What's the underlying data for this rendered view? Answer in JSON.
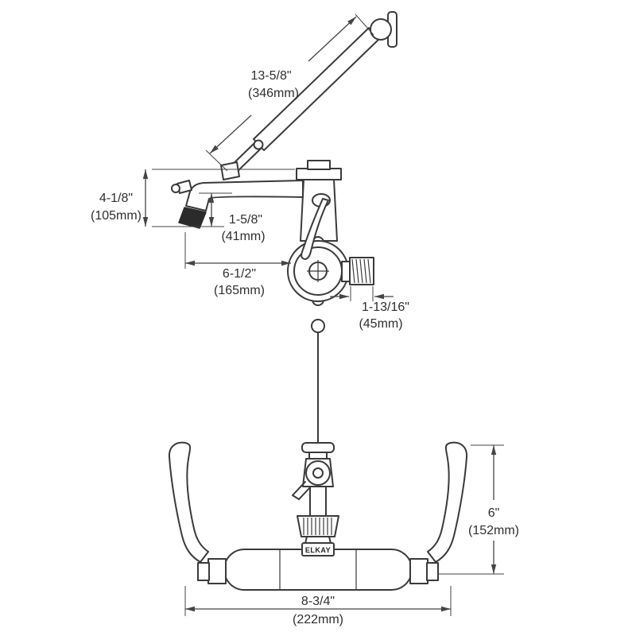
{
  "drawing": {
    "brand": "ELKAY",
    "dimensions": {
      "support_arm": {
        "in": "13-5/8\"",
        "mm": "(346mm)"
      },
      "spout_height": {
        "in": "4-1/8\"",
        "mm": "(105mm)"
      },
      "nozzle_drop": {
        "in": "1-5/8\"",
        "mm": "(41mm)"
      },
      "spout_reach": {
        "in": "6-1/2\"",
        "mm": "(165mm)"
      },
      "outlet_width": {
        "in": "1-13/16\"",
        "mm": "(45mm)"
      },
      "valve_height": {
        "in": "6\"",
        "mm": "(152mm)"
      },
      "overall_width": {
        "in": "8-3/4\"",
        "mm": "(222mm)"
      }
    }
  }
}
